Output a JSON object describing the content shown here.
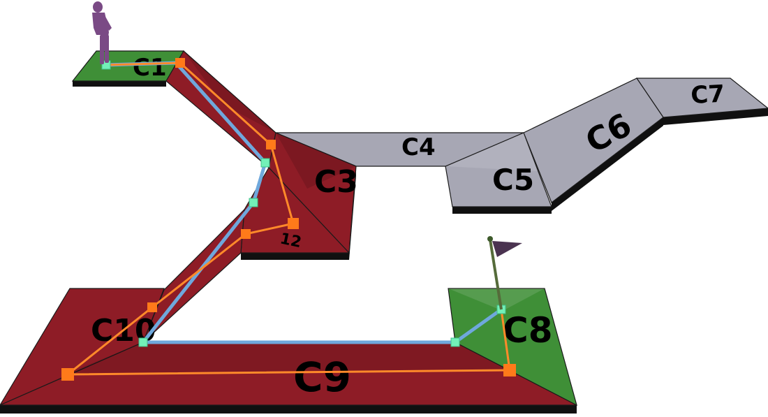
{
  "colors": {
    "start_goal": "#3f8f37",
    "corridor": "#8e1c26",
    "inactive": "#a7a7b4",
    "path_blue": "#6fa8dc",
    "path_orange": "#ff8a2a",
    "node_blue": "#73f0b8",
    "node_orange": "#ff7a1a",
    "agent": "#7a4a85",
    "flag": "#4a3350"
  },
  "cells": [
    {
      "id": "C1",
      "label": "C1",
      "state": "start"
    },
    {
      "id": "C2",
      "label": "",
      "state": "corridor"
    },
    {
      "id": "C3",
      "label": "C3",
      "state": "corridor"
    },
    {
      "id": "C4",
      "label": "C4",
      "state": "inactive"
    },
    {
      "id": "C5",
      "label": "C5",
      "state": "inactive"
    },
    {
      "id": "C6",
      "label": "C6",
      "state": "inactive"
    },
    {
      "id": "C7",
      "label": "C7",
      "state": "inactive"
    },
    {
      "id": "C8",
      "label": "C8",
      "state": "goal"
    },
    {
      "id": "C9",
      "label": "C9",
      "state": "corridor"
    },
    {
      "id": "C10",
      "label": "C10",
      "state": "corridor"
    },
    {
      "id": "C11",
      "label": "",
      "state": "corridor"
    },
    {
      "id": "C12",
      "label": "12",
      "state": "corridor"
    }
  ],
  "objects": {
    "agent_icon": "person-icon",
    "goal_icon": "flag-icon"
  }
}
